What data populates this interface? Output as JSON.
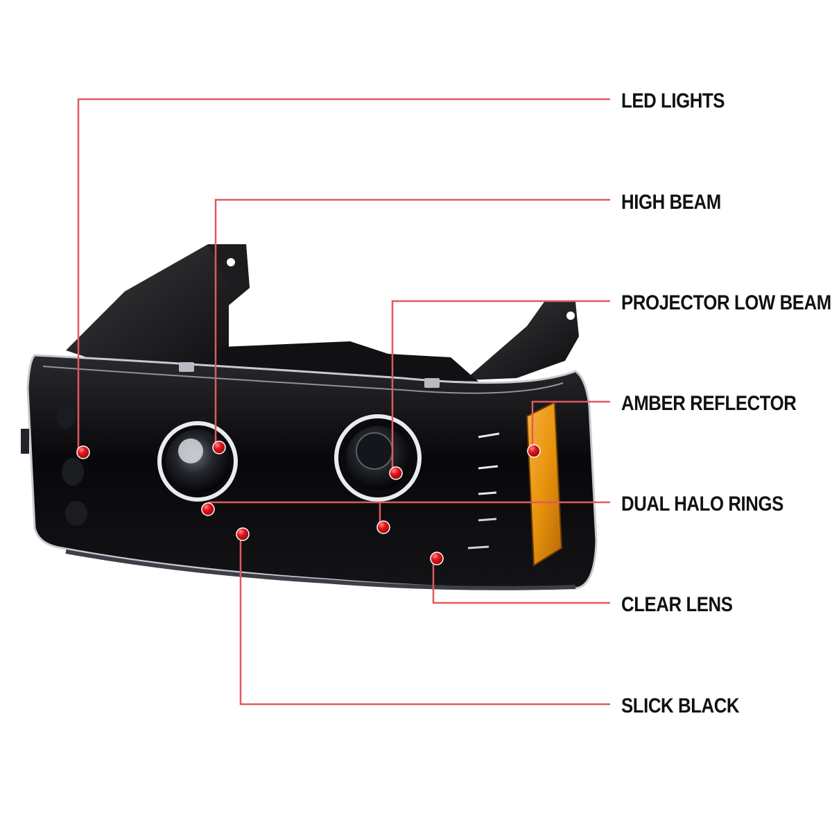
{
  "colors": {
    "callout_line": "#e05a5e",
    "marker": "#e3131b",
    "housing": "#0b0b0d",
    "amber": "#e8930e",
    "background": "#ffffff"
  },
  "callouts": [
    {
      "id": "led",
      "label": "LED LIGHTS"
    },
    {
      "id": "high",
      "label": "HIGH BEAM"
    },
    {
      "id": "proj",
      "label": "PROJECTOR LOW BEAM"
    },
    {
      "id": "amber",
      "label": "AMBER REFLECTOR"
    },
    {
      "id": "halo",
      "label": "DUAL HALO RINGS"
    },
    {
      "id": "clear",
      "label": "CLEAR LENS"
    },
    {
      "id": "black",
      "label": "SLICK BLACK"
    }
  ]
}
